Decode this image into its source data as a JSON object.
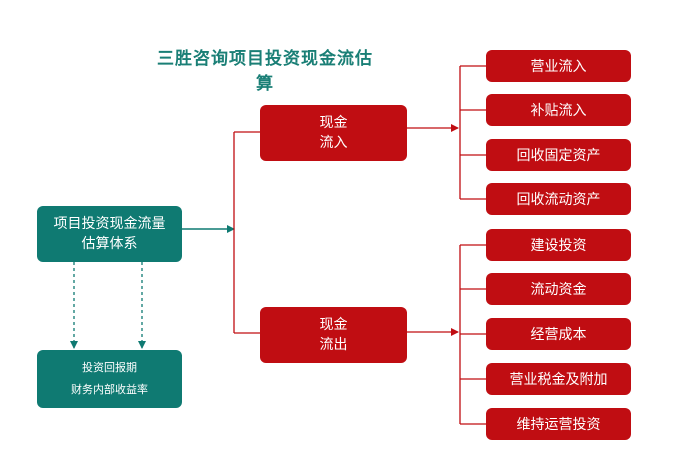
{
  "title": "三胜咨询项目投资现金流估算",
  "root": {
    "label": "项目投资现金流量估算体系"
  },
  "metrics": {
    "line1": "投资回报期",
    "line2": "财务内部收益率"
  },
  "cash_in": {
    "line1": "现金",
    "line2": "流入",
    "items": [
      "营业流入",
      "补贴流入",
      "回收固定资产",
      "回收流动资产"
    ]
  },
  "cash_out": {
    "line1": "现金",
    "line2": "流出",
    "items": [
      "建设投资",
      "流动资金",
      "经营成本",
      "营业税金及附加",
      "维持运营投资"
    ]
  },
  "colors": {
    "teal": "#0f7a72",
    "red": "#c00d12",
    "title": "#1a7f76"
  }
}
